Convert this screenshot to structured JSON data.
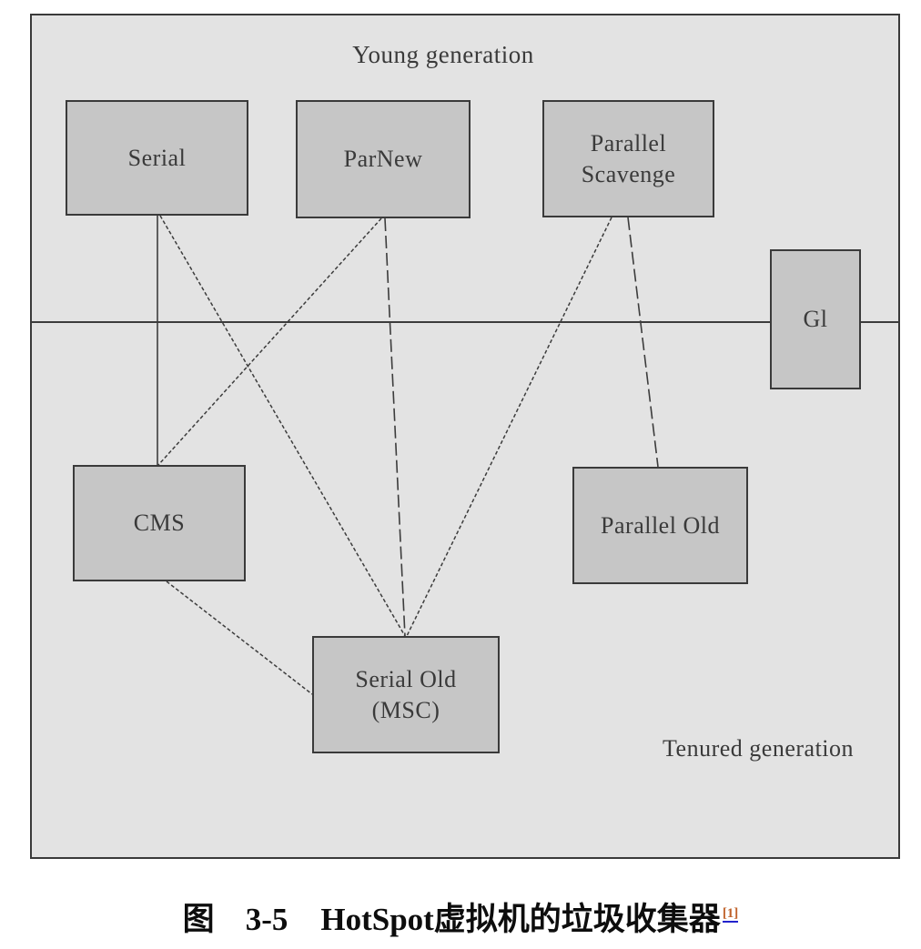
{
  "figure": {
    "regions": {
      "young_label": "Young generation",
      "tenured_label": "Tenured generation"
    },
    "nodes": {
      "serial": {
        "label": "Serial"
      },
      "parnew": {
        "label": "ParNew"
      },
      "parallel_scavenge": {
        "line1": "Parallel",
        "line2": "Scavenge"
      },
      "g1": {
        "label": "Gl"
      },
      "cms": {
        "label": "CMS"
      },
      "parallel_old": {
        "label": "Parallel Old"
      },
      "serial_old": {
        "line1": "Serial Old",
        "line2": "(MSC)"
      }
    },
    "edges": [
      {
        "from": "Serial",
        "to": "CMS"
      },
      {
        "from": "Serial",
        "to": "Serial Old (MSC)"
      },
      {
        "from": "ParNew",
        "to": "CMS"
      },
      {
        "from": "ParNew",
        "to": "Serial Old (MSC)"
      },
      {
        "from": "Parallel Scavenge",
        "to": "Serial Old (MSC)"
      },
      {
        "from": "Parallel Scavenge",
        "to": "Parallel Old"
      },
      {
        "from": "CMS",
        "to": "Serial Old (MSC)"
      }
    ],
    "colors": {
      "diagram_background": "#e3e3e3",
      "node_fill": "#c6c6c6",
      "line_and_border": "#3a3a3a",
      "footnote_text": "#c0622a",
      "footnote_underline": "#2222cc"
    }
  },
  "caption": {
    "fig_label": "图",
    "fig_number": "3-5",
    "title": "HotSpot虚拟机的垃圾收集器",
    "footnote": "[1]"
  }
}
